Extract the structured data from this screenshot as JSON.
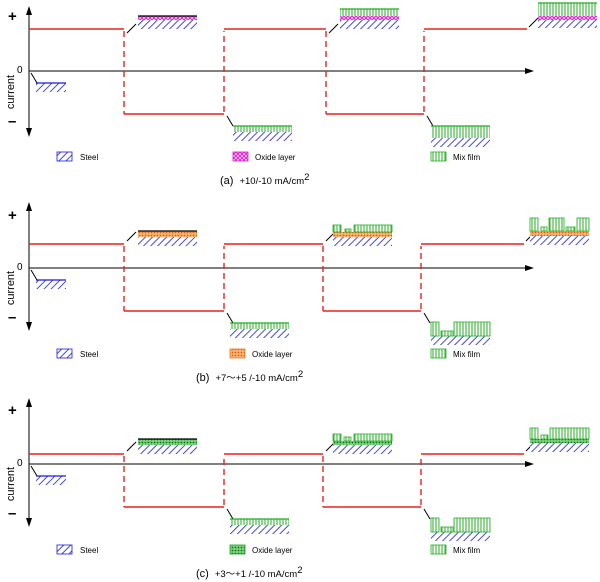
{
  "colors": {
    "waveform": "#e8211d",
    "steel": "#1a1ad8",
    "oxide_a": "#d81ec8",
    "oxide_b": "#ef7a1e",
    "oxide_c": "#1c9e22",
    "mix_film": "#1fae1f",
    "axis": "#000000"
  },
  "panels": [
    {
      "id": "a",
      "plus": "+",
      "minus": "–",
      "zero": "0",
      "ylabel": "current",
      "legend": {
        "steel": "Steel",
        "oxide": "Oxide layer",
        "mix": "Mix film"
      },
      "caption_tag": "(a)",
      "caption_text": "+10/-10 mA/cm",
      "caption_sup": "2"
    },
    {
      "id": "b",
      "plus": "+",
      "minus": "–",
      "zero": "0",
      "ylabel": "current",
      "legend": {
        "steel": "Steel",
        "oxide": "Oxide layer",
        "mix": "Mix film"
      },
      "caption_tag": "(b)",
      "caption_text": "+7～+5 /-10 mA/cm",
      "caption_sup": "2"
    },
    {
      "id": "c",
      "plus": "+",
      "minus": "–",
      "zero": "0",
      "ylabel": "current",
      "legend": {
        "steel": "Steel",
        "oxide": "Oxide layer",
        "mix": "Mix film"
      },
      "caption_tag": "(c)",
      "caption_text": "+3～+1 /-10 mA/cm",
      "caption_sup": "2"
    }
  ]
}
